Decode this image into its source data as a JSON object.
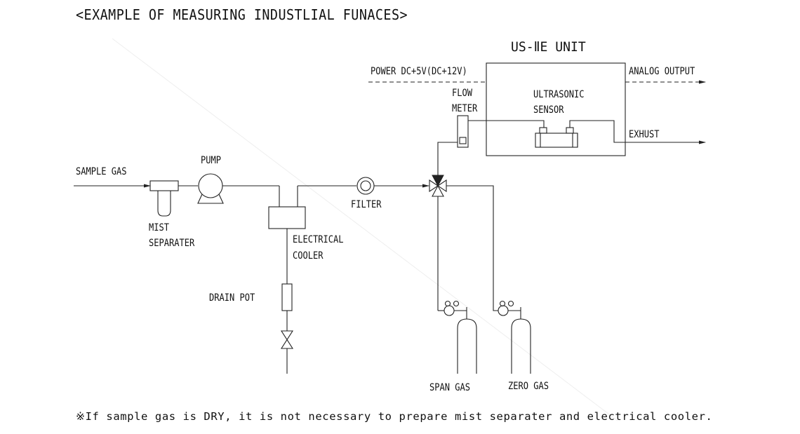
{
  "title": "<EXAMPLE OF MEASURING INDUSTLIAL FUNACES>",
  "unit_title": "US-ⅡE UNIT",
  "labels": {
    "power": "POWER DC+5V(DC+12V)",
    "analog_output": "ANALOG OUTPUT",
    "flow": "FLOW",
    "meter": "METER",
    "ultrasonic": "ULTRASONIC",
    "sensor": "SENSOR",
    "exhust": "EXHUST",
    "sample_gas": "SAMPLE GAS",
    "pump": "PUMP",
    "mist": "MIST",
    "separater": "SEPARATER",
    "filter": "FILTER",
    "electrical": "ELECTRICAL",
    "cooler": "COOLER",
    "drain_pot": "DRAIN POT",
    "span_gas": "SPAN GAS",
    "zero_gas": "ZERO GAS"
  },
  "note": "※If sample gas is DRY, it is not necessary to prepare mist separater and electrical cooler.",
  "colors": {
    "line": "#222222",
    "background": "#ffffff"
  }
}
